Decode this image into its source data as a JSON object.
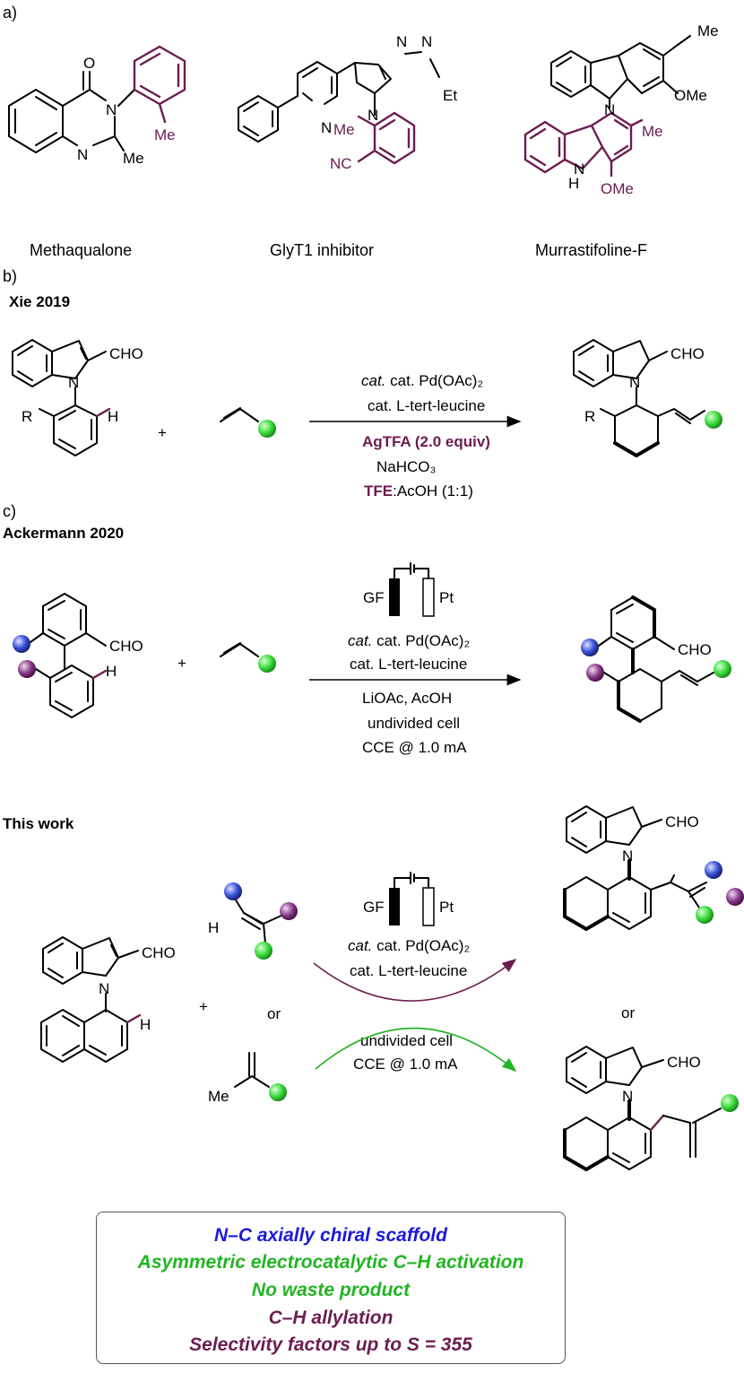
{
  "sections": {
    "a": "a)",
    "b": "b)",
    "c": "c)"
  },
  "compounds": {
    "methaqualone": "Methaqualone",
    "glyt1": "GlyT1 inhibitor",
    "murrastifoline": "Murrastifoline-F"
  },
  "atoms": {
    "O": "O",
    "N": "N",
    "Me": "Me",
    "Et": "Et",
    "NC": "NC",
    "OMe": "OMe",
    "H": "H",
    "NH": "N",
    "R": "R",
    "CHO": "CHO",
    "plus": "+",
    "or": "or"
  },
  "xie": {
    "header": "Xie 2019",
    "cond1": "cat. Pd(OAc)₂",
    "cond2": "cat. L-tert-leucine",
    "cond3": "AgTFA (2.0 equiv)",
    "cond4": "NaHCO₃",
    "cond5a": "TFE",
    "cond5b": ":AcOH (1:1)"
  },
  "ackermann": {
    "header": "Ackermann 2020",
    "gf": "GF",
    "pt": "Pt",
    "cond1": "cat. Pd(OAc)₂",
    "cond2": "cat. L-tert-leucine",
    "cond3": "LiOAc, AcOH",
    "cond4": "undivided cell",
    "cond5": "CCE @ 1.0 mA"
  },
  "this_work": {
    "header": "This work",
    "gf": "GF",
    "pt": "Pt",
    "cond1": "cat. Pd(OAc)₂",
    "cond2": "cat. L-tert-leucine",
    "cond3": "undivided cell",
    "cond4": "CCE @ 1.0 mA"
  },
  "summary": {
    "line1": "N–C axially chiral scaffold",
    "line2": "Asymmetric electrocatalytic C–H activation",
    "line3": "No waste product",
    "line4": "C–H allylation",
    "line5": "Selectivity factors up to S = 355"
  },
  "colors": {
    "purple": "#6b1d4f",
    "blue": "#1a1adb",
    "green": "#22b422",
    "maroon": "#6b1d4f",
    "ball_green": "#3ddc3d",
    "ball_blue": "#3a52d8",
    "ball_purple": "#8a3c8a"
  }
}
